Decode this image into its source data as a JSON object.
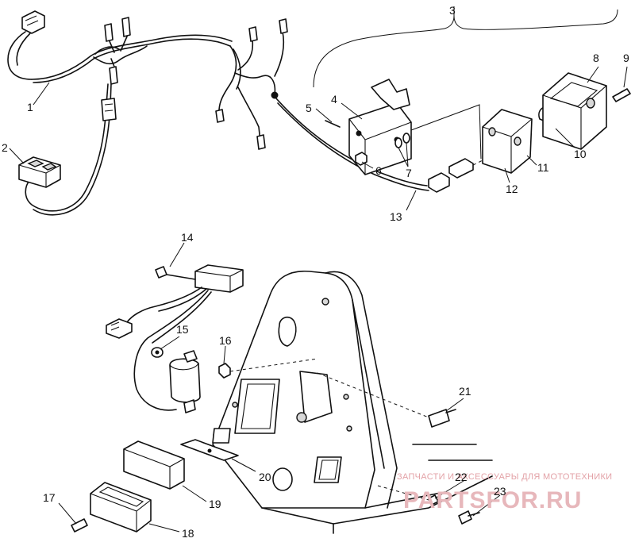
{
  "callouts": {
    "c1": "1",
    "c2": "2",
    "c3": "3",
    "c4": "4",
    "c5": "5",
    "c6": "6",
    "c7": "7",
    "c8": "8",
    "c9": "9",
    "c10": "10",
    "c11": "11",
    "c12": "12",
    "c13": "13",
    "c14": "14",
    "c15": "15",
    "c16": "16",
    "c17": "17",
    "c18": "18",
    "c19": "19",
    "c20": "20",
    "c21": "21",
    "c22": "22",
    "c23": "23"
  },
  "watermark": {
    "tagline": "ЗАПЧАСТИ И АКСЕССУАРЫ ДЛЯ МОТОТЕХНИКИ",
    "brand": "PARTSFOR.RU"
  }
}
